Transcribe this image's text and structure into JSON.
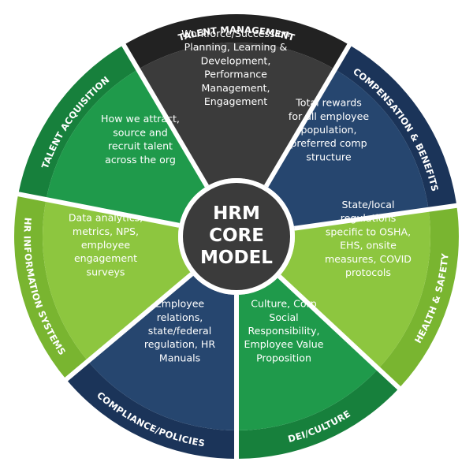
{
  "diagram": {
    "center": {
      "lines": [
        "HRM",
        "CORE",
        "MODEL"
      ]
    },
    "segments": [
      {
        "id": "talent-management",
        "title": "TALENT MANAGEMENT",
        "color": "#3b3b3b",
        "body": [
          "Workforce/Succession",
          "Planning, Learning &",
          "Development,",
          "Performance",
          "Management,",
          "Engagement"
        ]
      },
      {
        "id": "compensation-benefits",
        "title": "COMPENSATION & BENEFITS",
        "color": "#26466f",
        "body": [
          "Total rewards",
          "for all employee",
          "population,",
          "preferred comp",
          "structure"
        ]
      },
      {
        "id": "health-safety",
        "title": "HEALTH & SAFETY",
        "color": "#8dc63f",
        "body": [
          "State/local",
          "regulations",
          "specific to OSHA,",
          "EHS, onsite",
          "measures, COVID",
          "protocols"
        ]
      },
      {
        "id": "dei-culture",
        "title": "DEI/CULTURE",
        "color": "#1f9a4b",
        "body": [
          "Culture, Corp",
          "Social",
          "Responsibility,",
          "Employee Value",
          "Proposition"
        ]
      },
      {
        "id": "compliance-policies",
        "title": "COMPLIANCE/POLICIES",
        "color": "#26466f",
        "body": [
          "Employee",
          "relations,",
          "state/federal",
          "regulation, HR",
          "Manuals"
        ]
      },
      {
        "id": "hr-information-systems",
        "title": "HR INFORMATION SYSTEMS",
        "color": "#8dc63f",
        "body": [
          "Data analytics,",
          "metrics, NPS,",
          "employee",
          "engagement",
          "surveys"
        ]
      },
      {
        "id": "talent-acquisition",
        "title": "TALENT ACQUISITION",
        "color": "#1f9a4b",
        "body": [
          "How we attract,",
          "source and",
          "recruit talent",
          "across the org"
        ]
      }
    ]
  },
  "colors": {
    "outer_dark": "#1f3f66",
    "hub": "#3b3b3b",
    "hub_ring": "#ffffff",
    "dark_band": "#222222",
    "green_light_band": "#79b530",
    "green_dark_band": "#17803c",
    "navy_band": "#1b3459"
  }
}
